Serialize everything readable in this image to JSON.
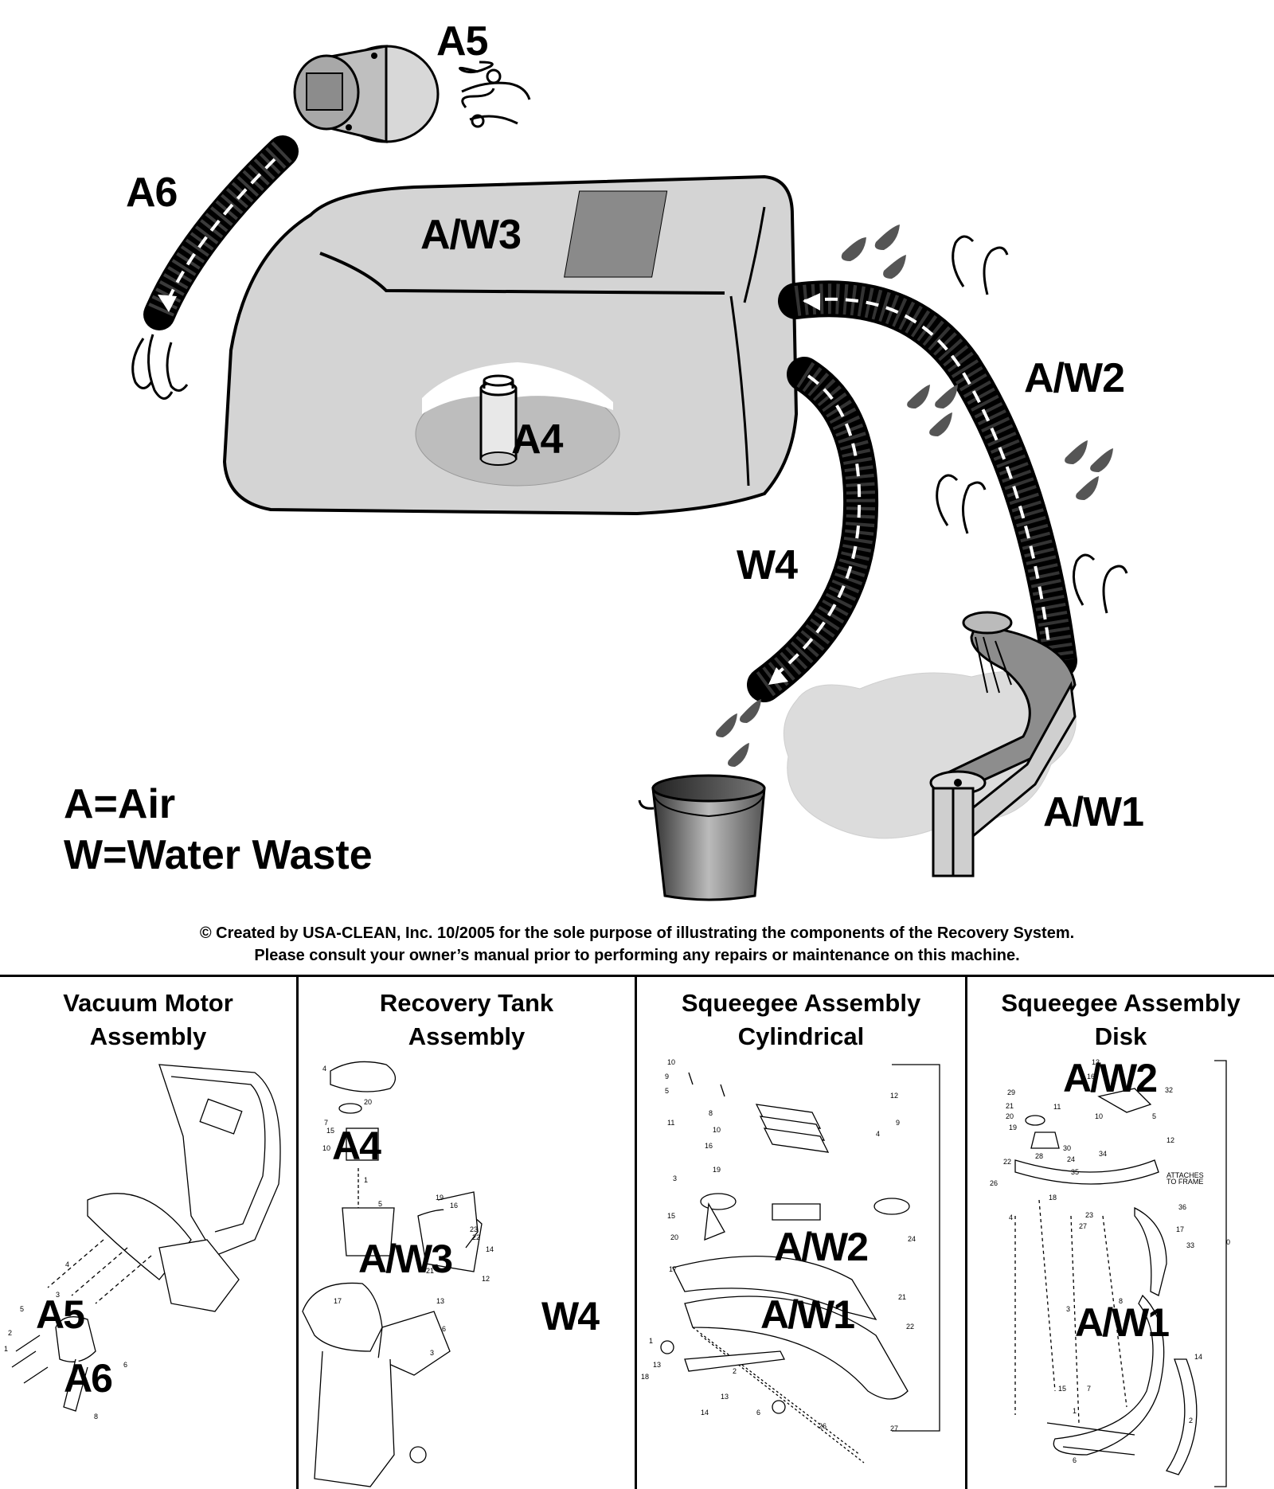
{
  "labels": {
    "a5": "A5",
    "a6": "A6",
    "aw3": "A/W3",
    "a4": "A4",
    "aw2": "A/W2",
    "w4": "W4",
    "aw1": "A/W1"
  },
  "legend": {
    "air": "A=Air",
    "water": "W=Water Waste"
  },
  "copyright": {
    "line1": "© Created by USA-CLEAN, Inc. 10/2005 for the sole purpose of illustrating the components of the Recovery System.",
    "line2": "Please consult your owner’s manual prior to performing any repairs or maintenance on this machine."
  },
  "panels": [
    {
      "title_line1": "Vacuum Motor",
      "title_line2": "Assembly",
      "labels": [
        "A5",
        "A6"
      ]
    },
    {
      "title_line1": "Recovery Tank",
      "title_line2": "Assembly",
      "labels": [
        "A4",
        "A/W3",
        "W4"
      ]
    },
    {
      "title_line1": "Squeegee Assembly",
      "title_line2": "Cylindrical",
      "labels": [
        "A/W2",
        "A/W1"
      ]
    },
    {
      "title_line1": "Squeegee Assembly",
      "title_line2": "Disk",
      "labels": [
        "A/W2",
        "A/W1"
      ]
    }
  ]
}
